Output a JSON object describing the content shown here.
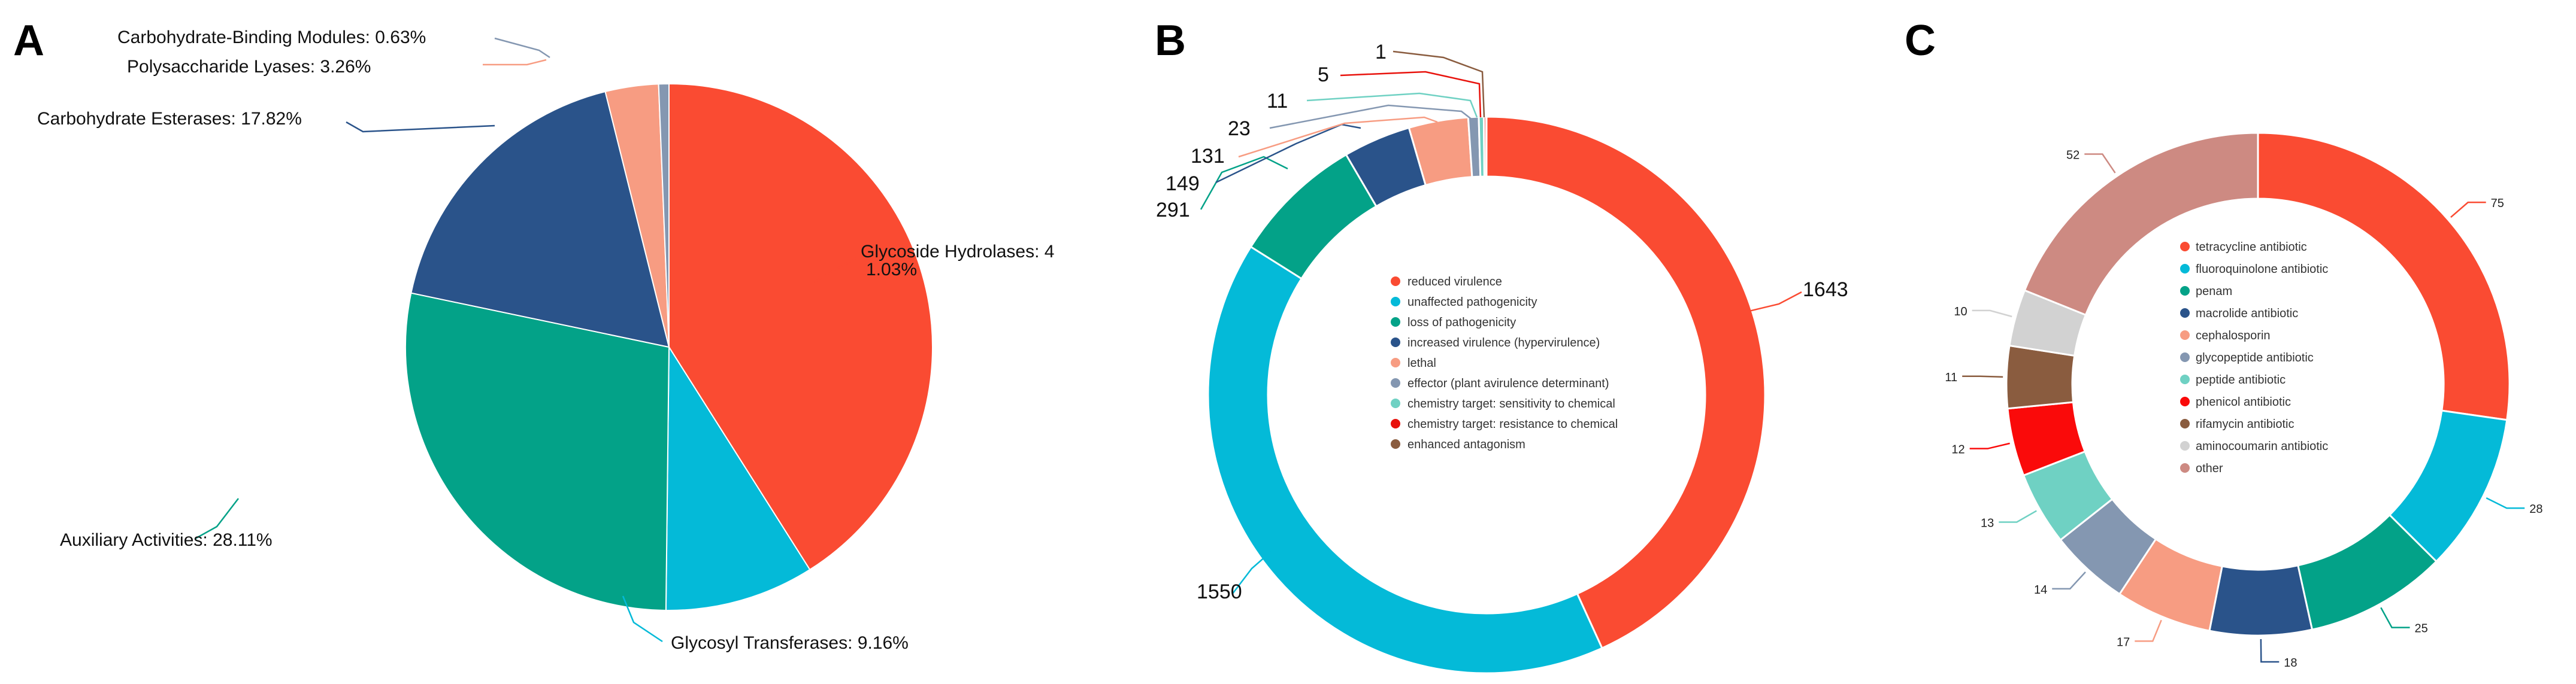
{
  "panels": {
    "a": "A",
    "b": "B",
    "c": "C"
  },
  "chart_data": [
    {
      "type": "pie",
      "panel": "A",
      "slices": [
        {
          "label": "Glycoside Hydrolases: 41.03%",
          "label_line1": "Glycoside Hydrolases: 4",
          "label_line2": "1.03%",
          "value": 41.03,
          "color": "#fa4b32"
        },
        {
          "label": "Glycosyl Transferases: 9.16%",
          "value": 9.16,
          "color": "#04bad8"
        },
        {
          "label": "Auxiliary Activities: 28.11%",
          "value": 28.11,
          "color": "#03a288"
        },
        {
          "label": "Carbohydrate Esterases: 17.82%",
          "value": 17.82,
          "color": "#2a538a"
        },
        {
          "label": "Polysaccharide Lyases: 3.26%",
          "value": 3.26,
          "color": "#f79c82"
        },
        {
          "label": "Carbohydrate-Binding Modules: 0.63%",
          "value": 0.63,
          "color": "#8497b1"
        }
      ]
    },
    {
      "type": "pie",
      "style": "donut",
      "panel": "B",
      "legend": [
        "reduced virulence",
        "unaffected pathogenicity",
        "loss of pathogenicity",
        "increased virulence (hypervirulence)",
        "lethal",
        "effector (plant avirulence determinant)",
        "chemistry target: sensitivity to chemical",
        "chemistry target: resistance to chemical",
        "enhanced antagonism"
      ],
      "legend_placement": "center",
      "slices": [
        {
          "name": "reduced virulence",
          "value": 1643,
          "label": "1643",
          "color": "#fa4b32"
        },
        {
          "name": "unaffected pathogenicity",
          "value": 1550,
          "label": "1550",
          "color": "#04bad8"
        },
        {
          "name": "loss of pathogenicity",
          "value": 291,
          "label": "291",
          "color": "#03a288"
        },
        {
          "name": "increased virulence (hypervirulence)",
          "value": 149,
          "label": "149",
          "color": "#2a538a"
        },
        {
          "name": "lethal",
          "value": 131,
          "label": "131",
          "color": "#f79c82"
        },
        {
          "name": "effector (plant avirulence determinant)",
          "value": 23,
          "label": "23",
          "color": "#8497b1"
        },
        {
          "name": "chemistry target: sensitivity to chemical",
          "value": 11,
          "label": "11",
          "color": "#6fd1c3"
        },
        {
          "name": "chemistry target: resistance to chemical",
          "value": 5,
          "label": "5",
          "color": "#e8120c"
        },
        {
          "name": "enhanced antagonism",
          "value": 1,
          "label": "1",
          "color": "#8a5c3f"
        }
      ]
    },
    {
      "type": "pie",
      "style": "donut",
      "panel": "C",
      "legend": [
        "tetracycline antibiotic",
        "fluoroquinolone antibiotic",
        "penam",
        "macrolide antibiotic",
        "cephalosporin",
        "glycopeptide antibiotic",
        "peptide antibiotic",
        "phenicol antibiotic",
        "rifamycin antibiotic",
        "aminocoumarin antibiotic",
        "other"
      ],
      "legend_placement": "center",
      "slices": [
        {
          "name": "tetracycline antibiotic",
          "value": 75,
          "label": "75",
          "color": "#fa4b32"
        },
        {
          "name": "fluoroquinolone antibiotic",
          "value": 28,
          "label": "28",
          "color": "#04bad8"
        },
        {
          "name": "penam",
          "value": 25,
          "label": "25",
          "color": "#03a288"
        },
        {
          "name": "macrolide antibiotic",
          "value": 18,
          "label": "18",
          "color": "#2a538a"
        },
        {
          "name": "cephalosporin",
          "value": 17,
          "label": "17",
          "color": "#f79c82"
        },
        {
          "name": "glycopeptide antibiotic",
          "value": 14,
          "label": "14",
          "color": "#8497b1"
        },
        {
          "name": "peptide antibiotic",
          "value": 13,
          "label": "13",
          "color": "#6fd1c3"
        },
        {
          "name": "phenicol antibiotic",
          "value": 12,
          "label": "12",
          "color": "#fa0a0a"
        },
        {
          "name": "rifamycin antibiotic",
          "value": 11,
          "label": "11",
          "color": "#8a5c3f"
        },
        {
          "name": "aminocoumarin antibiotic",
          "value": 10,
          "label": "10",
          "color": "#d2d2d2"
        },
        {
          "name": "other",
          "value": 52,
          "label": "52",
          "color": "#cd8a82"
        }
      ]
    }
  ]
}
